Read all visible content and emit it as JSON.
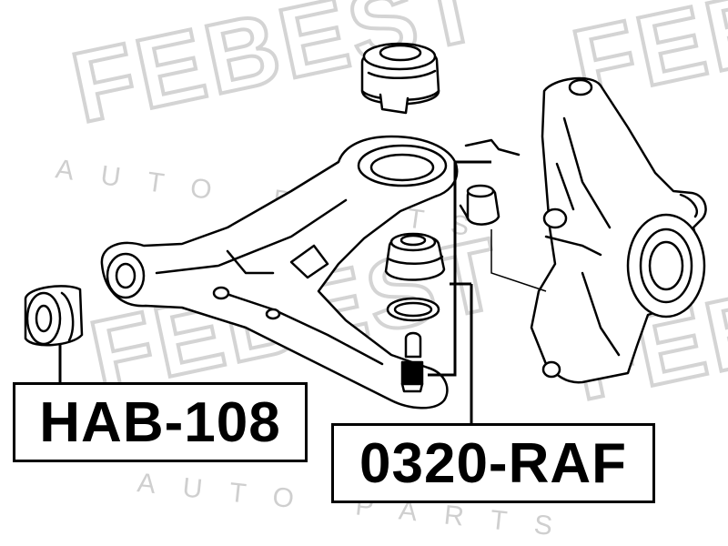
{
  "watermark": {
    "brand": "FEBEST",
    "subtitle": "AUTO PARTS",
    "color": "#d6d6d6"
  },
  "labels": {
    "part_left": "HAB-108",
    "part_right": "0320-RAF"
  },
  "colors": {
    "line": "#000000",
    "fill": "#ffffff"
  }
}
